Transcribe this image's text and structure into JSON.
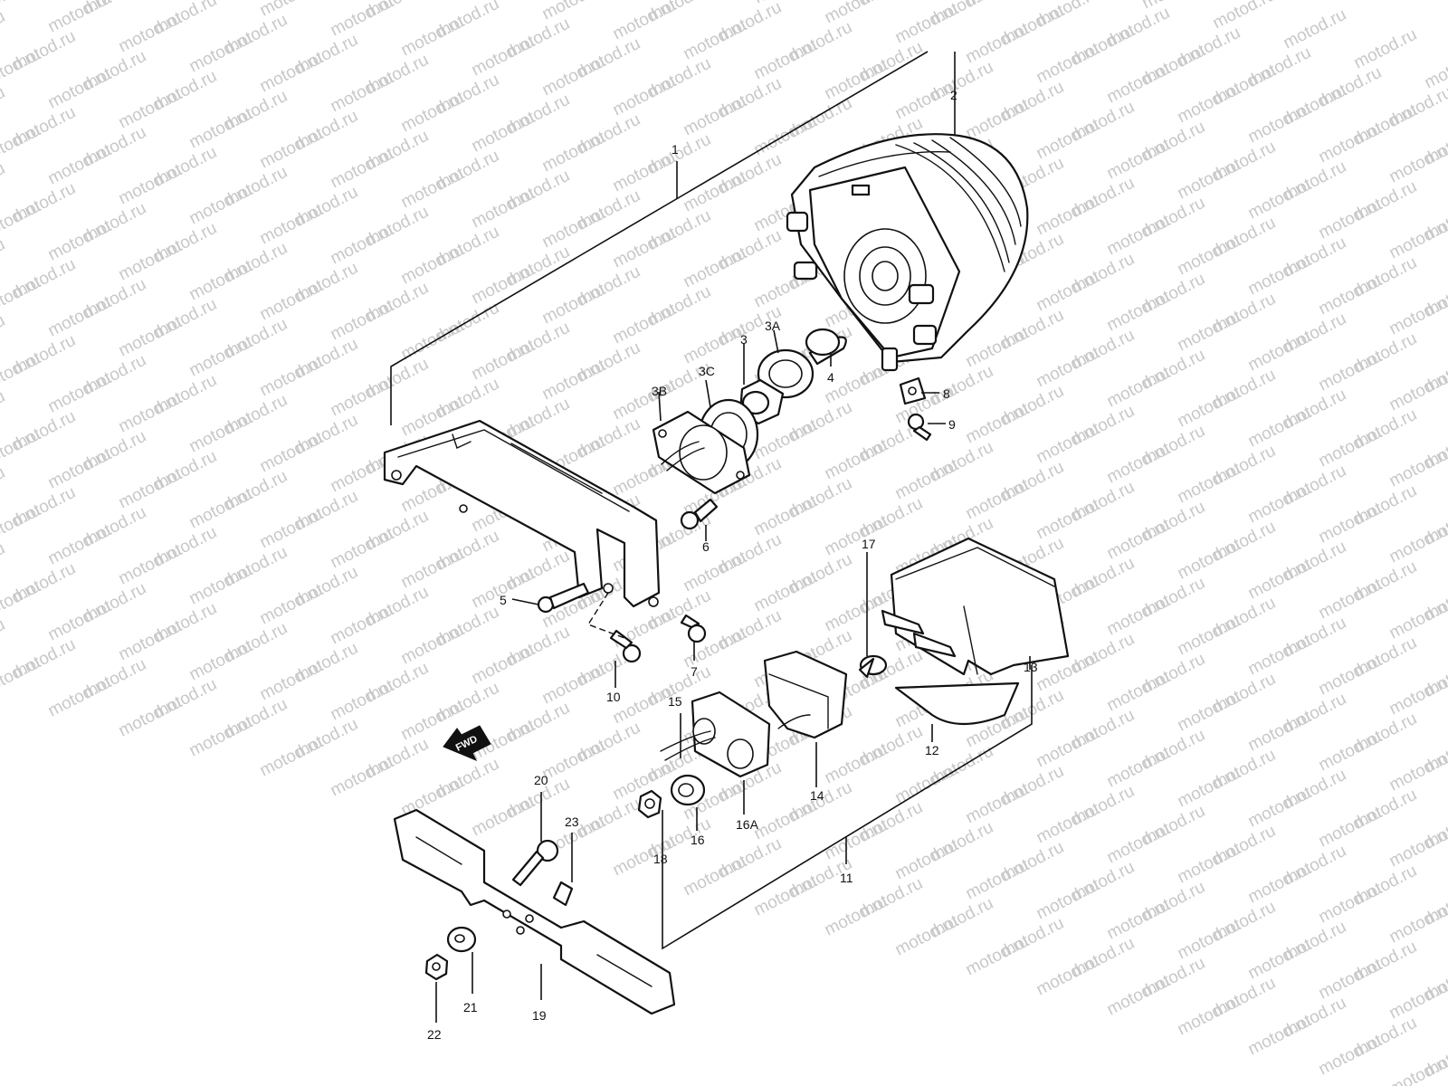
{
  "watermark": {
    "text": "motod.ru",
    "color": "#c8c8c8"
  },
  "fwd_label": "FWD",
  "callouts": {
    "p1": "1",
    "p2": "2",
    "p3": "3",
    "p3a": "3A",
    "p3b": "3B",
    "p3c": "3C",
    "p4": "4",
    "p5": "5",
    "p6": "6",
    "p7": "7",
    "p8": "8",
    "p9": "9",
    "p10": "10",
    "p11": "11",
    "p12": "12",
    "p13": "13",
    "p14": "14",
    "p15": "15",
    "p16": "16",
    "p16a": "16A",
    "p17": "17",
    "p18": "18",
    "p19": "19",
    "p20": "20",
    "p21": "21",
    "p22": "22",
    "p23": "23"
  }
}
